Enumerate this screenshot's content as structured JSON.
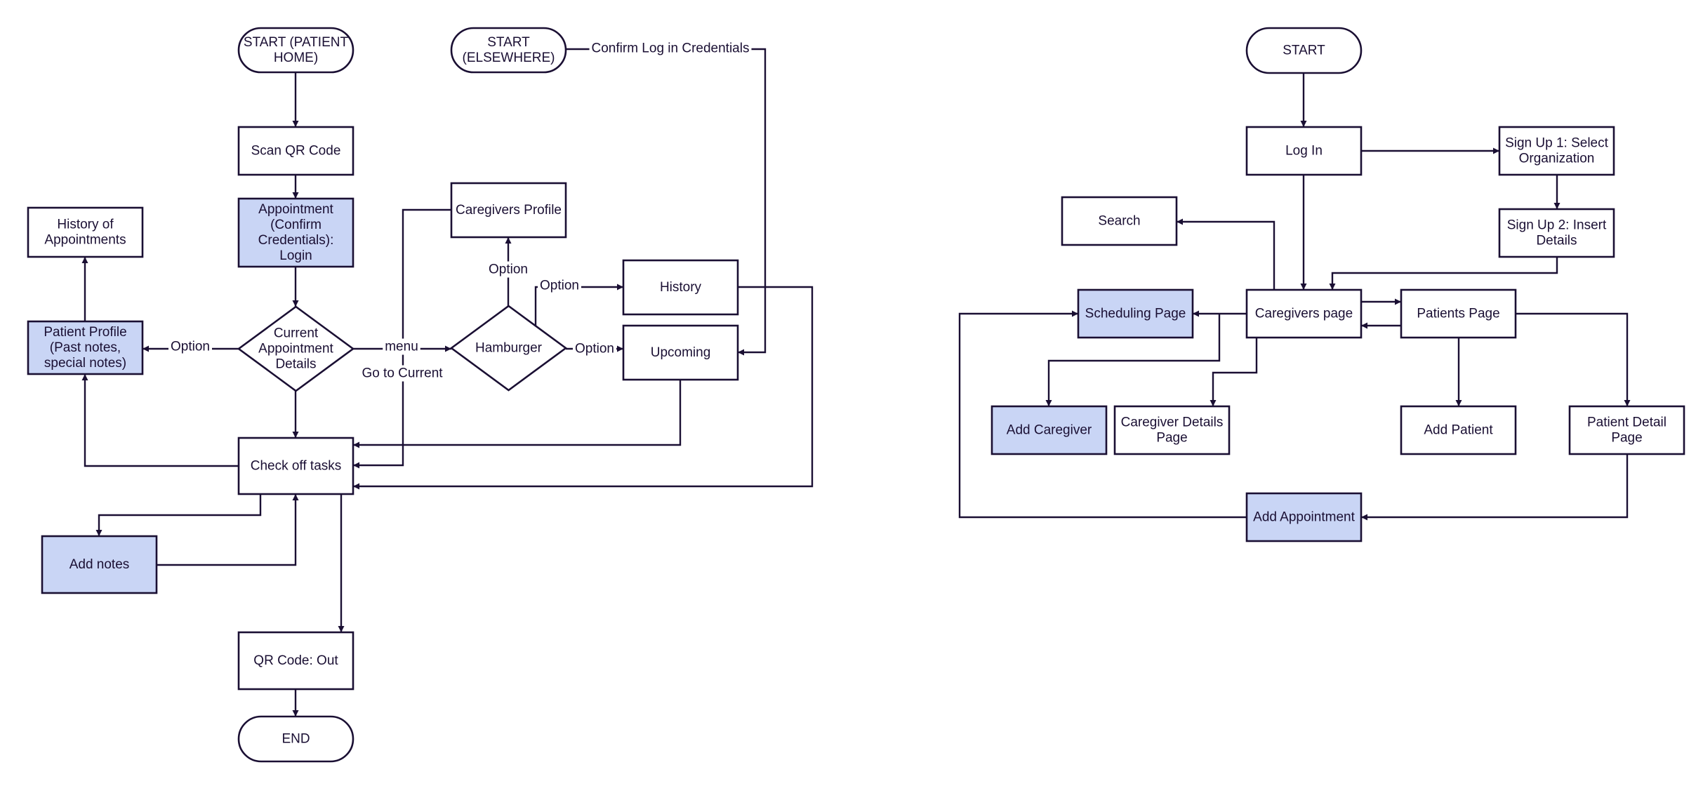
{
  "colors": {
    "line": "#1a0f33",
    "highlight_fill": "#c9d5f5",
    "plain_fill": "#ffffff"
  },
  "nodes": {
    "start_home": {
      "shape": "terminal",
      "text": [
        "START (PATIENT",
        "HOME)"
      ],
      "highlight": false
    },
    "scan_qr": {
      "shape": "process",
      "text": [
        "Scan QR Code"
      ],
      "highlight": false
    },
    "appointment_login": {
      "shape": "process",
      "text": [
        "Appointment",
        "(Confirm",
        "Credentials):",
        "Login"
      ],
      "highlight": true
    },
    "history_of_appointments": {
      "shape": "process",
      "text": [
        "History of",
        "Appointments"
      ],
      "highlight": false
    },
    "patient_profile": {
      "shape": "process",
      "text": [
        "Patient Profile",
        "(Past notes,",
        "special notes)"
      ],
      "highlight": true
    },
    "current_appointment_details": {
      "shape": "decision",
      "text": [
        "Current",
        "Appointment",
        "Details"
      ],
      "highlight": false
    },
    "check_off_tasks": {
      "shape": "process",
      "text": [
        "Check off tasks"
      ],
      "highlight": false
    },
    "add_notes": {
      "shape": "process",
      "text": [
        "Add notes"
      ],
      "highlight": true
    },
    "qr_code_out": {
      "shape": "process",
      "text": [
        "QR Code: Out"
      ],
      "highlight": false
    },
    "end": {
      "shape": "terminal",
      "text": [
        "END"
      ],
      "highlight": false
    },
    "start_elsewhere": {
      "shape": "terminal",
      "text": [
        "START",
        "(ELSEWHERE)"
      ],
      "highlight": false
    },
    "caregivers_profile": {
      "shape": "process",
      "text": [
        "Caregivers Profile"
      ],
      "highlight": false
    },
    "hamburger": {
      "shape": "decision",
      "text": [
        "Hamburger"
      ],
      "highlight": false
    },
    "history": {
      "shape": "process",
      "text": [
        "History"
      ],
      "highlight": false
    },
    "upcoming": {
      "shape": "process",
      "text": [
        "Upcoming"
      ],
      "highlight": false
    },
    "start_right": {
      "shape": "terminal",
      "text": [
        "START"
      ],
      "highlight": false
    },
    "log_in": {
      "shape": "process",
      "text": [
        "Log In"
      ],
      "highlight": false
    },
    "sign_up_1": {
      "shape": "process",
      "text": [
        "Sign Up 1: Select",
        "Organization"
      ],
      "highlight": false
    },
    "sign_up_2": {
      "shape": "process",
      "text": [
        "Sign Up 2: Insert",
        "Details"
      ],
      "highlight": false
    },
    "search": {
      "shape": "process",
      "text": [
        "Search"
      ],
      "highlight": false
    },
    "scheduling_page": {
      "shape": "process",
      "text": [
        "Scheduling Page"
      ],
      "highlight": true
    },
    "caregivers_page": {
      "shape": "process",
      "text": [
        "Caregivers page"
      ],
      "highlight": false
    },
    "patients_page": {
      "shape": "process",
      "text": [
        "Patients Page"
      ],
      "highlight": false
    },
    "add_caregiver": {
      "shape": "process",
      "text": [
        "Add Caregiver"
      ],
      "highlight": true
    },
    "caregiver_details_page": {
      "shape": "process",
      "text": [
        "Caregiver Details",
        "Page"
      ],
      "highlight": false
    },
    "add_patient": {
      "shape": "process",
      "text": [
        "Add Patient"
      ],
      "highlight": false
    },
    "patient_detail_page": {
      "shape": "process",
      "text": [
        "Patient Detail",
        "Page"
      ],
      "highlight": false
    },
    "add_appointment": {
      "shape": "process",
      "text": [
        "Add Appointment"
      ],
      "highlight": true
    }
  },
  "edges": [
    {
      "from": "start_home",
      "to": "scan_qr",
      "label": ""
    },
    {
      "from": "scan_qr",
      "to": "appointment_login",
      "label": ""
    },
    {
      "from": "appointment_login",
      "to": "current_appointment_details",
      "label": ""
    },
    {
      "from": "current_appointment_details",
      "to": "patient_profile",
      "label": "Option"
    },
    {
      "from": "current_appointment_details",
      "to": "hamburger",
      "label": "menu"
    },
    {
      "from": "current_appointment_details",
      "to": "check_off_tasks",
      "label": ""
    },
    {
      "from": "patient_profile",
      "to": "history_of_appointments",
      "label": ""
    },
    {
      "from": "check_off_tasks",
      "to": "patient_profile",
      "label": ""
    },
    {
      "from": "check_off_tasks",
      "to": "add_notes",
      "label": ""
    },
    {
      "from": "add_notes",
      "to": "check_off_tasks",
      "label": ""
    },
    {
      "from": "check_off_tasks",
      "to": "qr_code_out",
      "label": ""
    },
    {
      "from": "qr_code_out",
      "to": "end",
      "label": ""
    },
    {
      "from": "start_elsewhere",
      "to": "upcoming",
      "label": "Confirm Log in Credentials"
    },
    {
      "from": "hamburger",
      "to": "caregivers_profile",
      "label": "Option"
    },
    {
      "from": "hamburger",
      "to": "history",
      "label": "Option"
    },
    {
      "from": "hamburger",
      "to": "upcoming",
      "label": "Option"
    },
    {
      "from": "caregivers_profile",
      "to": "check_off_tasks",
      "label": "Go to Current"
    },
    {
      "from": "upcoming",
      "to": "check_off_tasks",
      "label": ""
    },
    {
      "from": "history",
      "to": "check_off_tasks",
      "label": ""
    },
    {
      "from": "start_right",
      "to": "log_in",
      "label": ""
    },
    {
      "from": "log_in",
      "to": "sign_up_1",
      "label": ""
    },
    {
      "from": "sign_up_1",
      "to": "sign_up_2",
      "label": ""
    },
    {
      "from": "sign_up_2",
      "to": "caregivers_page",
      "label": ""
    },
    {
      "from": "log_in",
      "to": "caregivers_page",
      "label": ""
    },
    {
      "from": "caregivers_page",
      "to": "search",
      "label": ""
    },
    {
      "from": "caregivers_page",
      "to": "scheduling_page",
      "label": ""
    },
    {
      "from": "caregivers_page",
      "to": "patients_page",
      "label": ""
    },
    {
      "from": "patients_page",
      "to": "caregivers_page",
      "label": ""
    },
    {
      "from": "caregivers_page",
      "to": "add_caregiver",
      "label": ""
    },
    {
      "from": "caregivers_page",
      "to": "caregiver_details_page",
      "label": ""
    },
    {
      "from": "patients_page",
      "to": "add_patient",
      "label": ""
    },
    {
      "from": "patients_page",
      "to": "patient_detail_page",
      "label": ""
    },
    {
      "from": "patient_detail_page",
      "to": "add_appointment",
      "label": ""
    },
    {
      "from": "add_appointment",
      "to": "scheduling_page",
      "label": ""
    }
  ]
}
